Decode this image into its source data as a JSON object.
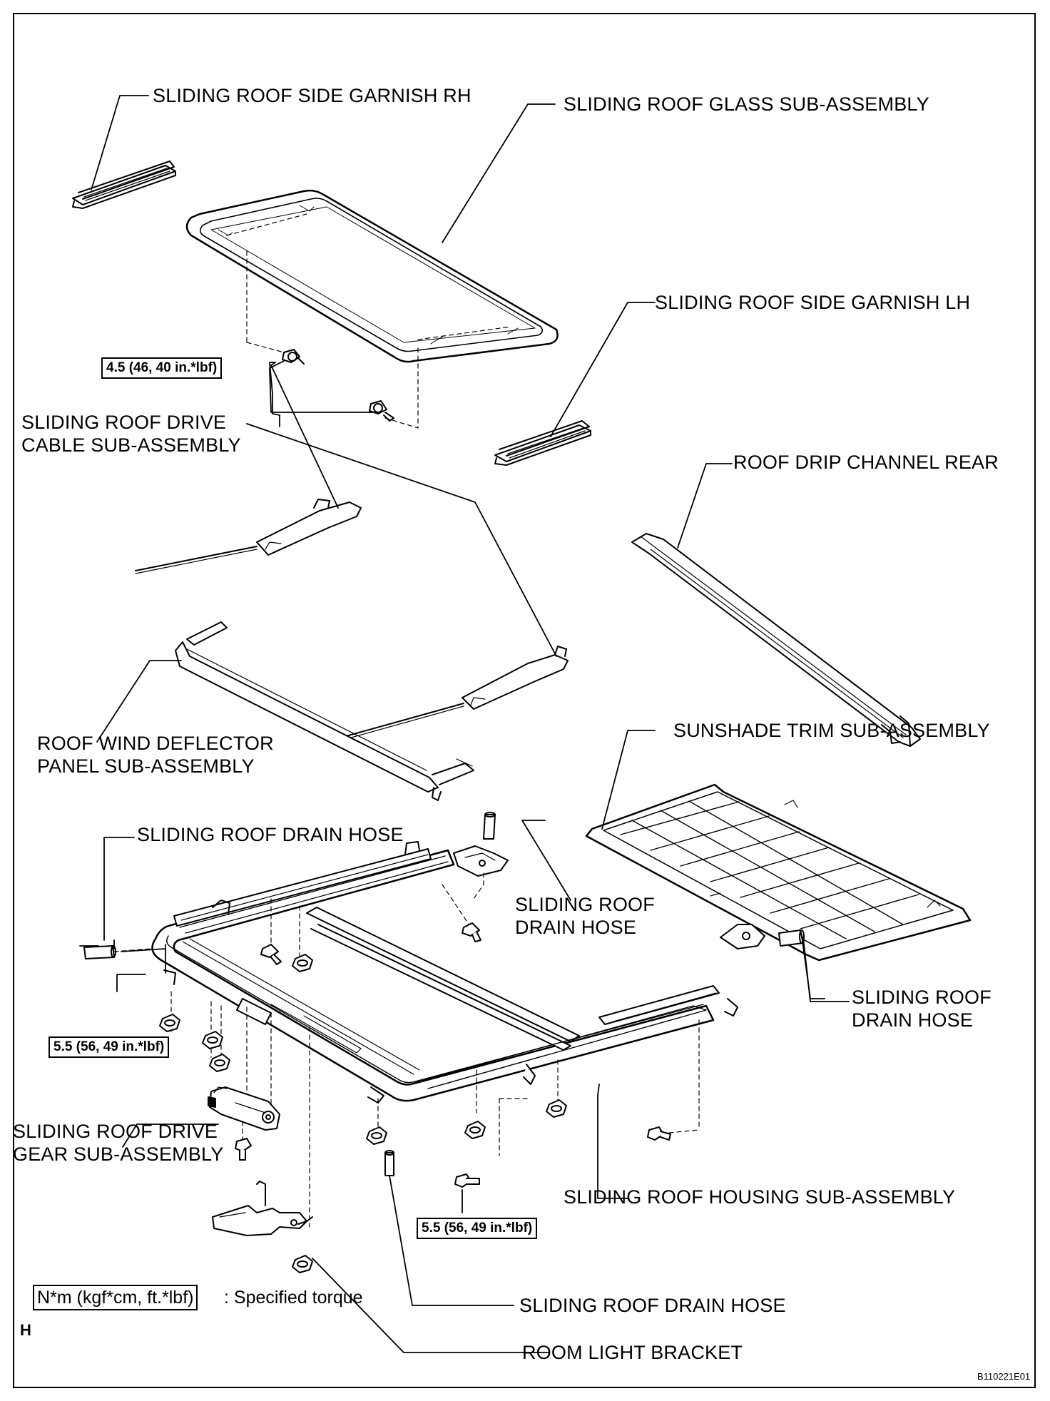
{
  "labels": {
    "side_garnish_rh": "SLIDING ROOF SIDE GARNISH RH",
    "glass_sub_assembly": "SLIDING ROOF GLASS SUB-ASSEMBLY",
    "side_garnish_lh": "SLIDING ROOF SIDE GARNISH LH",
    "drive_cable_line1": "SLIDING ROOF DRIVE",
    "drive_cable_line2": "CABLE SUB-ASSEMBLY",
    "roof_drip_channel_rear": "ROOF DRIP CHANNEL REAR",
    "wind_deflector_line1": "ROOF WIND DEFLECTOR",
    "wind_deflector_line2": "PANEL SUB-ASSEMBLY",
    "sunshade_trim": "SUNSHADE TRIM SUB-ASSEMBLY",
    "drain_hose_top": "SLIDING ROOF DRAIN HOSE",
    "drain_hose_mid_line1": "SLIDING ROOF",
    "drain_hose_mid_line2": "DRAIN HOSE",
    "drain_hose_right_line1": "SLIDING ROOF",
    "drain_hose_right_line2": "DRAIN HOSE",
    "drive_gear_line1": "SLIDING ROOF DRIVE",
    "drive_gear_line2": "GEAR SUB-ASSEMBLY",
    "housing_sub_assembly": "SLIDING ROOF HOUSING SUB-ASSEMBLY",
    "drain_hose_bottom": "SLIDING ROOF DRAIN HOSE",
    "room_light_bracket": "ROOM LIGHT BRACKET"
  },
  "torques": {
    "glass_screws": "4.5 (46, 40 in.*lbf)",
    "housing_left": "5.5 (56, 49 in.*lbf)",
    "housing_bottom": "5.5 (56, 49 in.*lbf)"
  },
  "legend": {
    "unit_box": "N*m (kgf*cm, ft.*lbf)",
    "description": ": Specified torque"
  },
  "corner_mark": "H",
  "figure_id": "B110221E01"
}
